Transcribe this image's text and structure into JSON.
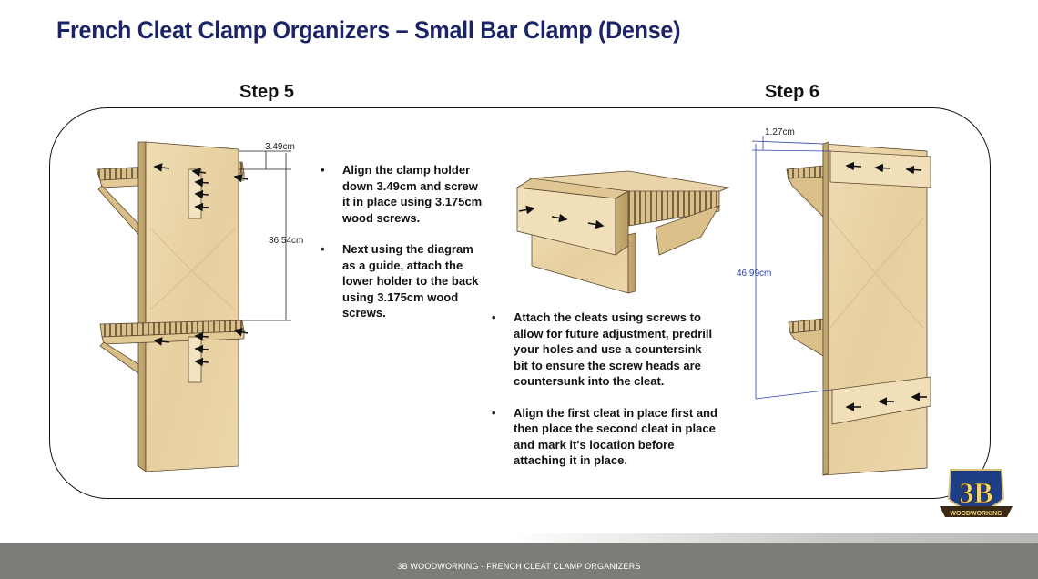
{
  "title": "French Cleat Clamp Organizers – Small Bar Clamp (Dense)",
  "steps": {
    "step5": "Step 5",
    "step6": "Step 6"
  },
  "step5_bullets": [
    "Align the clamp holder down 3.49cm and screw it in place using 3.175cm wood screws.",
    "Next using the diagram as a guide, attach the lower holder to the back using 3.175cm wood screws."
  ],
  "step6_bullets": [
    "Attach the cleats using screws to allow for future adjustment, predrill your holes and use a countersink bit to ensure the screw heads are countersunk into the cleat.",
    "Align the first cleat in place first and then place the second cleat in place and mark it's location before attaching it in place."
  ],
  "dimensions": {
    "offset": "3.49cm",
    "spacing": "36.54cm",
    "cleat_offset": "1.27cm",
    "cleat_spacing": "46.99cm"
  },
  "logo": {
    "mark": "3B",
    "ribbon": "WOODWORKING"
  },
  "footer": "3B WOODWORKING - FRENCH CLEAT CLAMP ORGANIZERS",
  "colors": {
    "title": "#1b2466",
    "plywood": "#e9d3a8",
    "footer": "#7a7d78",
    "dimension_blue": "#2b3fb0"
  }
}
